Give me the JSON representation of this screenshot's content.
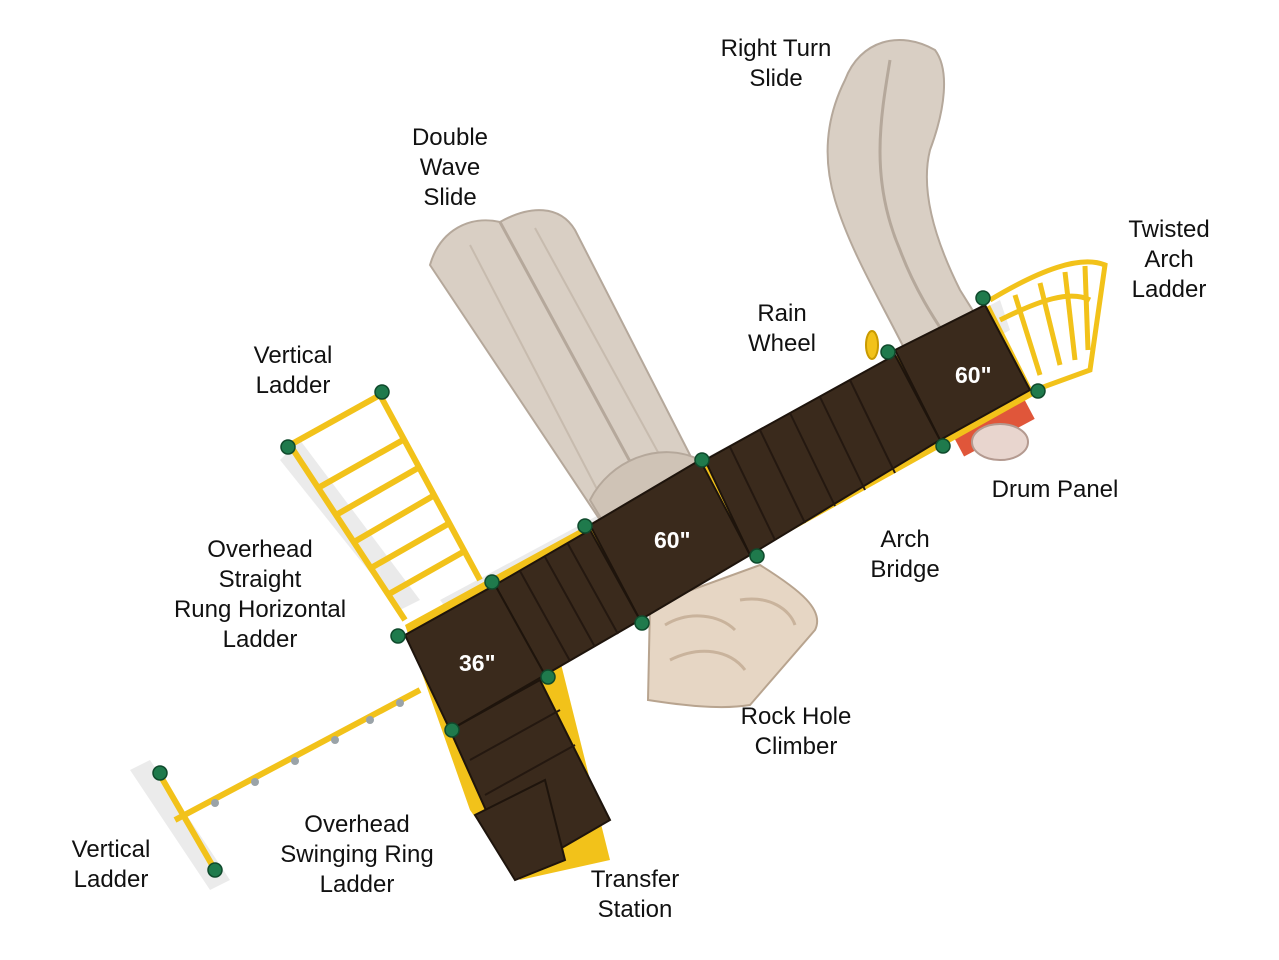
{
  "labels": {
    "right_turn_slide": [
      "Right Turn",
      "Slide"
    ],
    "double_wave_slide": [
      "Double",
      "Wave",
      "Slide"
    ],
    "twisted_arch_ladder": [
      "Twisted",
      "Arch",
      "Ladder"
    ],
    "rain_wheel": [
      "Rain",
      "Wheel"
    ],
    "vertical_ladder_top": [
      "Vertical",
      "Ladder"
    ],
    "drum_panel": [
      "Drum Panel"
    ],
    "arch_bridge": [
      "Arch",
      "Bridge"
    ],
    "overhead_straight_rung": [
      "Overhead",
      "Straight",
      "Rung Horizontal",
      "Ladder"
    ],
    "rock_hole_climber": [
      "Rock Hole",
      "Climber"
    ],
    "overhead_swinging_ring": [
      "Overhead",
      "Swinging Ring",
      "Ladder"
    ],
    "vertical_ladder_bottom": [
      "Vertical",
      "Ladder"
    ],
    "transfer_station": [
      "Transfer",
      "Station"
    ]
  },
  "heights": {
    "deck_right": "60\"",
    "deck_center": "60\"",
    "deck_left": "36\""
  },
  "colors": {
    "deck": "#3a2a1c",
    "deck_edge": "#1e140c",
    "frame_yellow": "#f2c21a",
    "slide_tan": "#d9cfc4",
    "slide_shadow": "#b5a89b",
    "clamp_green": "#1f7a4c",
    "rock_tan": "#e6d6c4",
    "drum_red": "#e0563a"
  }
}
